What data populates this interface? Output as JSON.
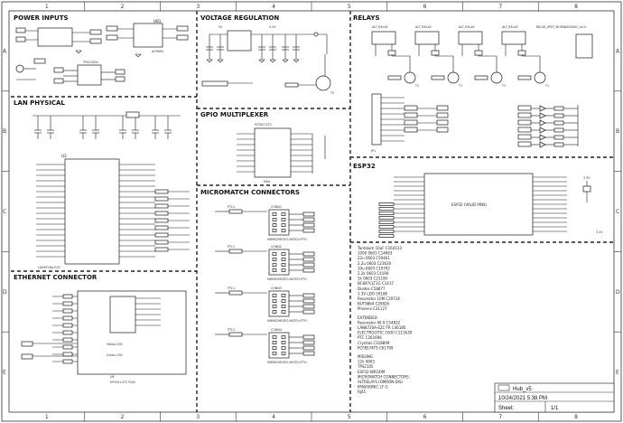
{
  "frame": {
    "cols": [
      "1",
      "2",
      "3",
      "4",
      "5",
      "6",
      "7",
      "8"
    ],
    "rows": [
      "A",
      "B",
      "C",
      "D",
      "E"
    ]
  },
  "sections": {
    "power_inputs": "POWER INPUTS",
    "voltage_regulation": "VOLTAGE REGULATION",
    "relays": "RELAYS",
    "lan_physical": "LAN PHYSICAL",
    "gpio_multiplexer": "GPIO MULTIPLEXER",
    "micromatch": "MICROMATCH CONNECTORS",
    "esp32": "ESP32",
    "ethernet": "ETHERNET CONNECTOR"
  },
  "parts": {
    "u81": "U81",
    "u81_value": "AG9905",
    "tps": "TPS2105A",
    "u2": "U2",
    "u2_value": "LAN8720A-EZC",
    "mux": "PCF8574TS",
    "mux_ref": "MUX",
    "esp": "ESP32 (VALID PINS)",
    "u6": "U6",
    "u6_value": "HY931147C RJ45",
    "relay_generic": "RELAY_SPST_NOPANASONIC_LK-G",
    "relay_alt": "ALT_RELAY",
    "conn_value": "M8MX2MICRO-MATCH-PTH",
    "v33": "3.3V",
    "v5": "5V",
    "gnd": "GND",
    "yellow_led": "Yellow LED",
    "green_led": "Green LED",
    "jp": "JP1",
    "t1": "T1",
    "t5": "T5",
    "ptc": "PTC1"
  },
  "conn_labels": [
    "CONN1",
    "CONN2",
    "CONN3",
    "CONN4"
  ],
  "bom": {
    "lines": [
      "Tantalum 10uF C164133",
      "1000 0603 C14663",
      "22u 0603 C59461",
      "2.2u 0603 C23630",
      "10u 0603 C19702",
      "2.2k 0603 C4190",
      "1k 0603 C21190",
      "BC847CLT1G C1417",
      "Diodes C58877",
      "3.3V LDO C6186",
      "Resonator 10M C29718",
      "BUT9864 C29826",
      "Phoenix C31127"
    ],
    "extended_title": "EXTENDED",
    "extended": [
      "Resonator 49.9 C54832",
      "LAN8720A-EZC-TR C46185",
      "ELECTROLYTIC 100U C111639",
      "PTC C261696",
      "Crystals C318899",
      "PCF8574TS C61799"
    ],
    "missing_title": "MISSING",
    "missing": [
      "12k 0603",
      "TPS2105",
      "ESP32-WROOM",
      "MICROMATCH CONNECTORS",
      "ALTRELAYS (OMRON-DIS)",
      "PANASONIC LF-G",
      "RJ45"
    ]
  },
  "title_block": {
    "name": "Hub_v5",
    "date": "10/24/2021 5:38 PM",
    "sheet_label": "Sheet:",
    "sheet_value": "1/1"
  }
}
